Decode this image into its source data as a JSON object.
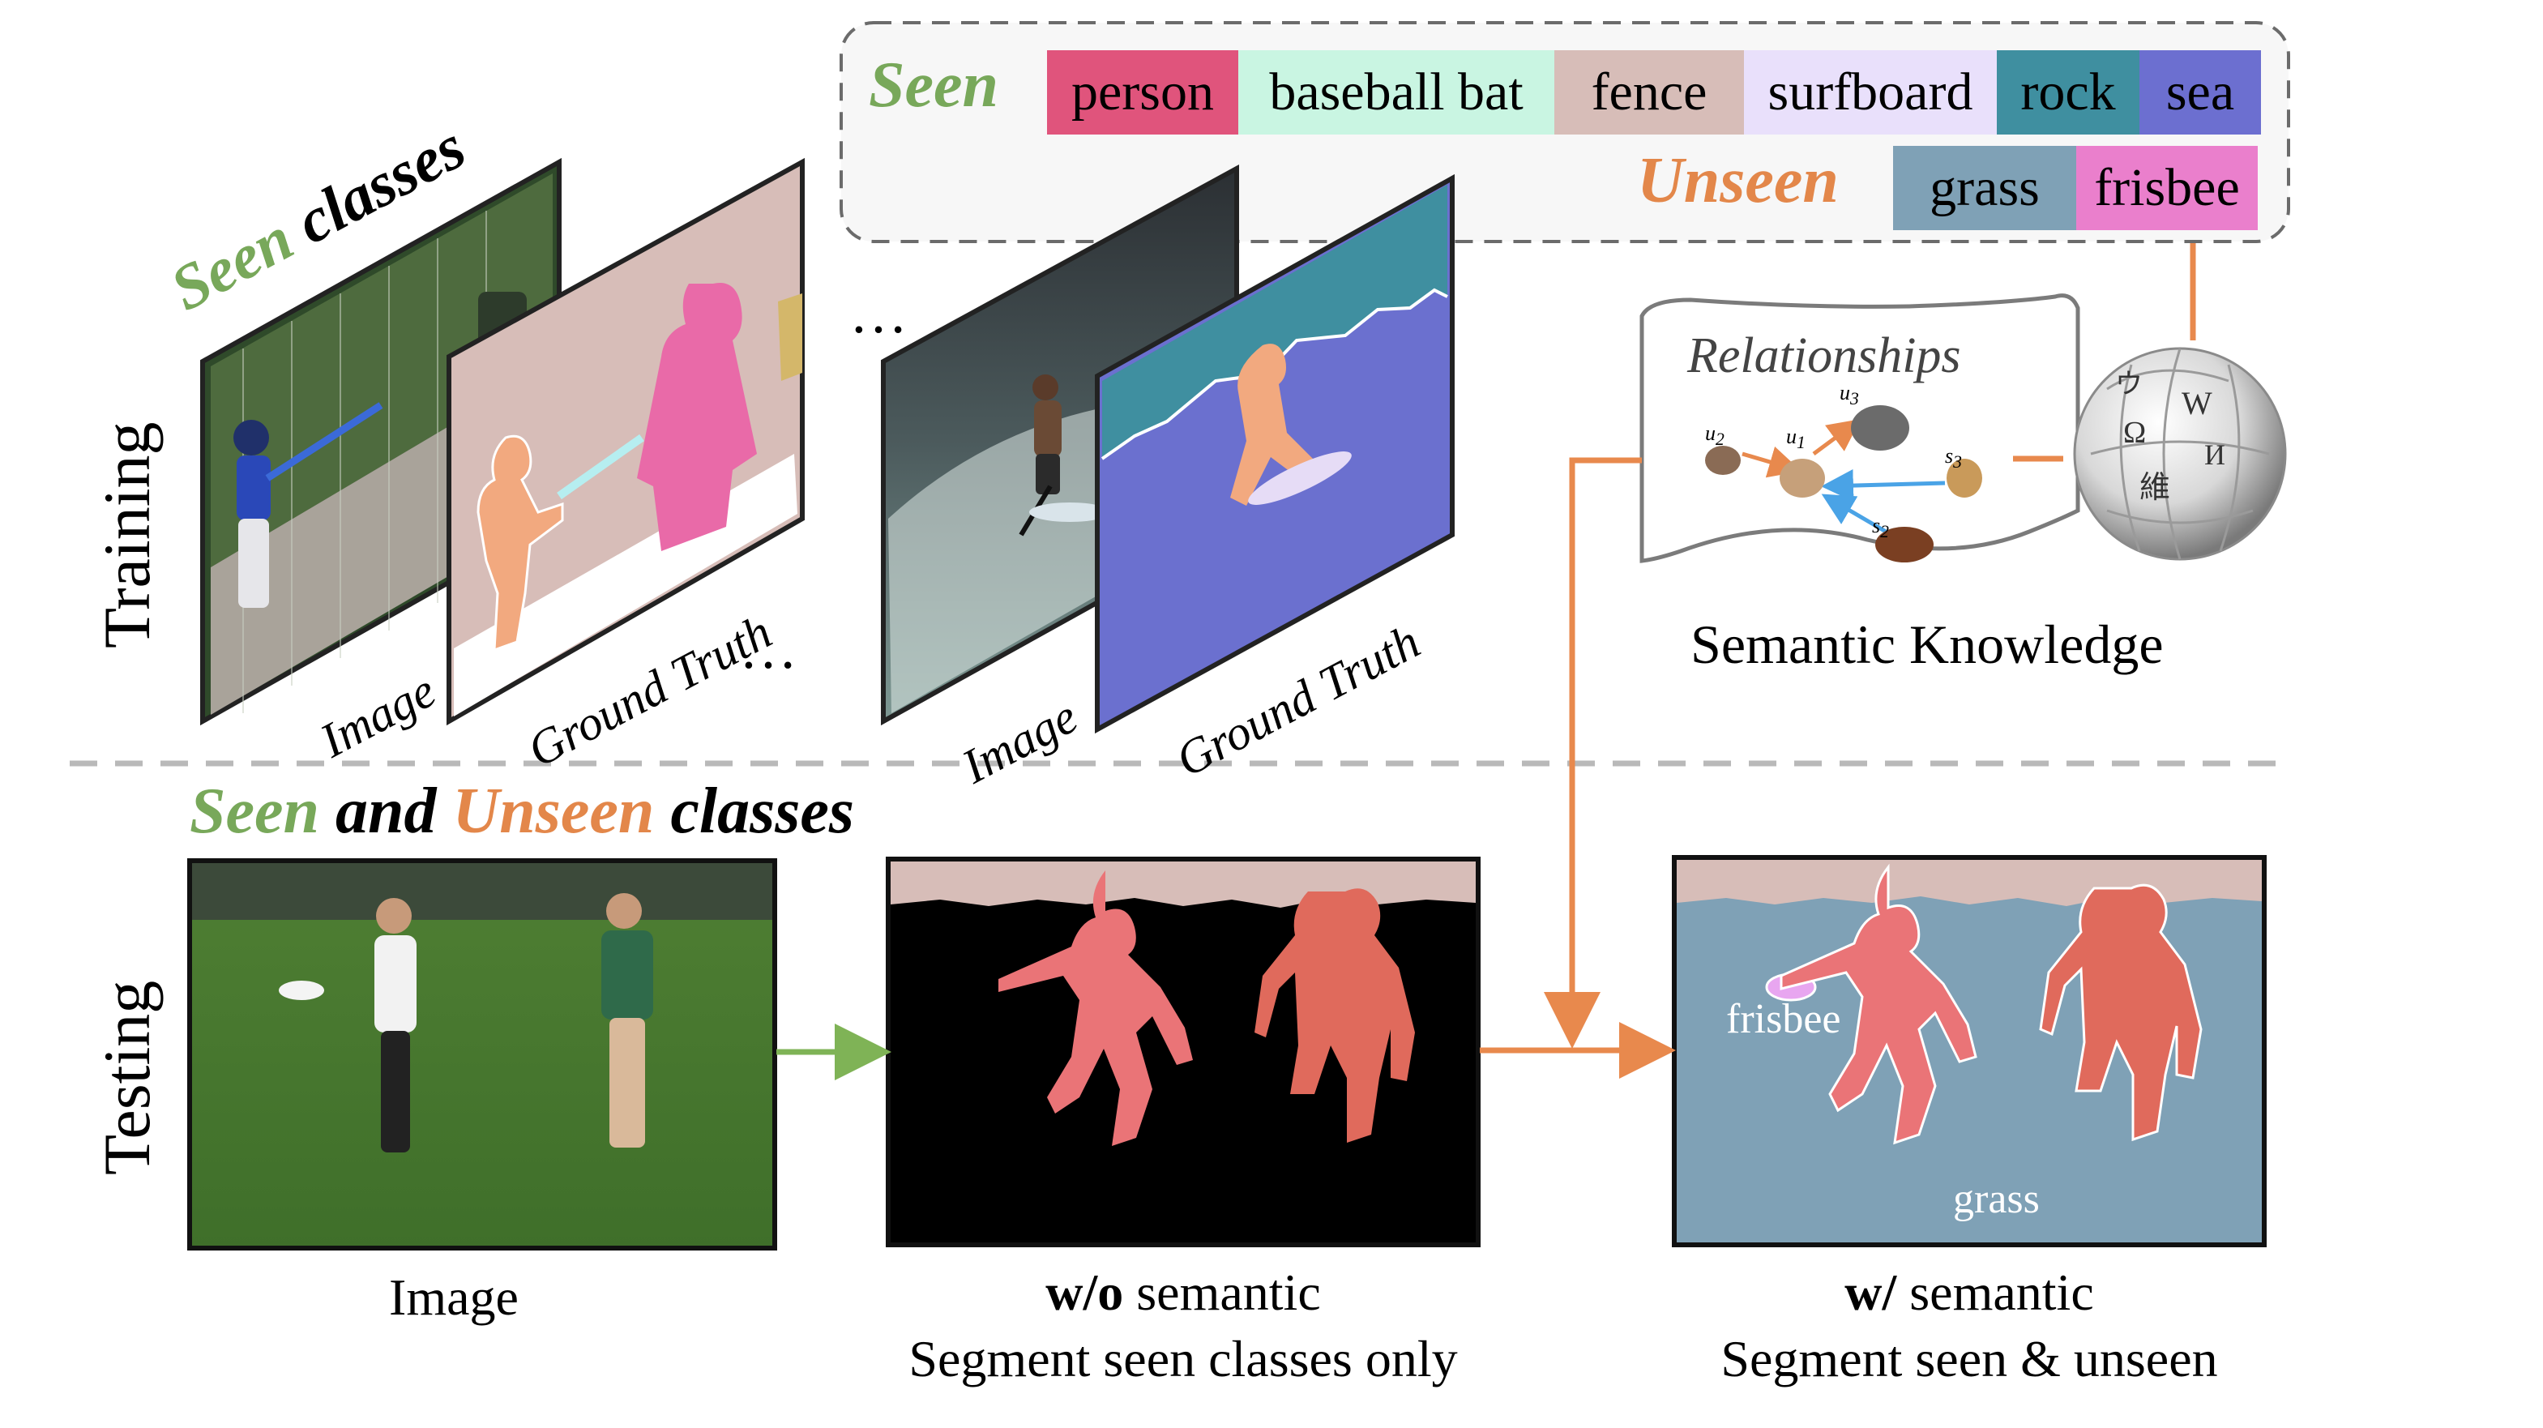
{
  "legend": {
    "seen_label": "Seen",
    "unseen_label": "Unseen",
    "seen_classes": [
      {
        "name": "person",
        "color": "#e0547c"
      },
      {
        "name": "baseball bat",
        "color": "#c9f5e2"
      },
      {
        "name": "fence",
        "color": "#d7bdb8"
      },
      {
        "name": "surfboard",
        "color": "#e9e0fb"
      },
      {
        "name": "rock",
        "color": "#3f8fa0"
      },
      {
        "name": "sea",
        "color": "#6c6fd0"
      }
    ],
    "unseen_classes": [
      {
        "name": "grass",
        "color": "#7fa1b6"
      },
      {
        "name": "frisbee",
        "color": "#ea7fcc"
      }
    ]
  },
  "training": {
    "row_label": "Training",
    "heading_seen": "Seen",
    "heading_rest": "classes",
    "panels": [
      {
        "label": "Image"
      },
      {
        "label": "Ground Truth"
      },
      {
        "label": "Image"
      },
      {
        "label": "Ground Truth"
      }
    ],
    "ellipsis": "…"
  },
  "knowledge": {
    "relationships_label": "Relationships",
    "caption": "Semantic Knowledge",
    "nodes": [
      {
        "label": "u",
        "sub": "2"
      },
      {
        "label": "u",
        "sub": "1"
      },
      {
        "label": "u",
        "sub": "3"
      },
      {
        "label": "s",
        "sub": "3"
      },
      {
        "label": "s",
        "sub": "2"
      }
    ],
    "globe_glyphs": [
      "W",
      "Ω",
      "И",
      "ウ",
      "維"
    ]
  },
  "testing": {
    "row_label": "Testing",
    "heading_seen": "Seen",
    "heading_and": "and",
    "heading_unseen": "Unseen",
    "heading_rest": "classes",
    "image_caption": "Image",
    "wo_caption_bold": "w/o",
    "wo_caption_rest": " semantic",
    "wo_caption_line2": "Segment seen classes only",
    "w_caption_bold": "w/",
    "w_caption_rest": " semantic",
    "w_caption_line2": "Segment seen & unseen",
    "frisbee_label": "frisbee",
    "grass_label": "grass"
  },
  "colors": {
    "seen_green": "#78a85a",
    "unseen_orange": "#e3874a",
    "arrow_orange": "#e8894d",
    "arrow_green": "#7fb356",
    "person_mask": "#ea7477",
    "person_mask_dark": "#e06a5c",
    "grass_mask": "#7fa1b6",
    "fence_mask": "#d7bdb8"
  }
}
